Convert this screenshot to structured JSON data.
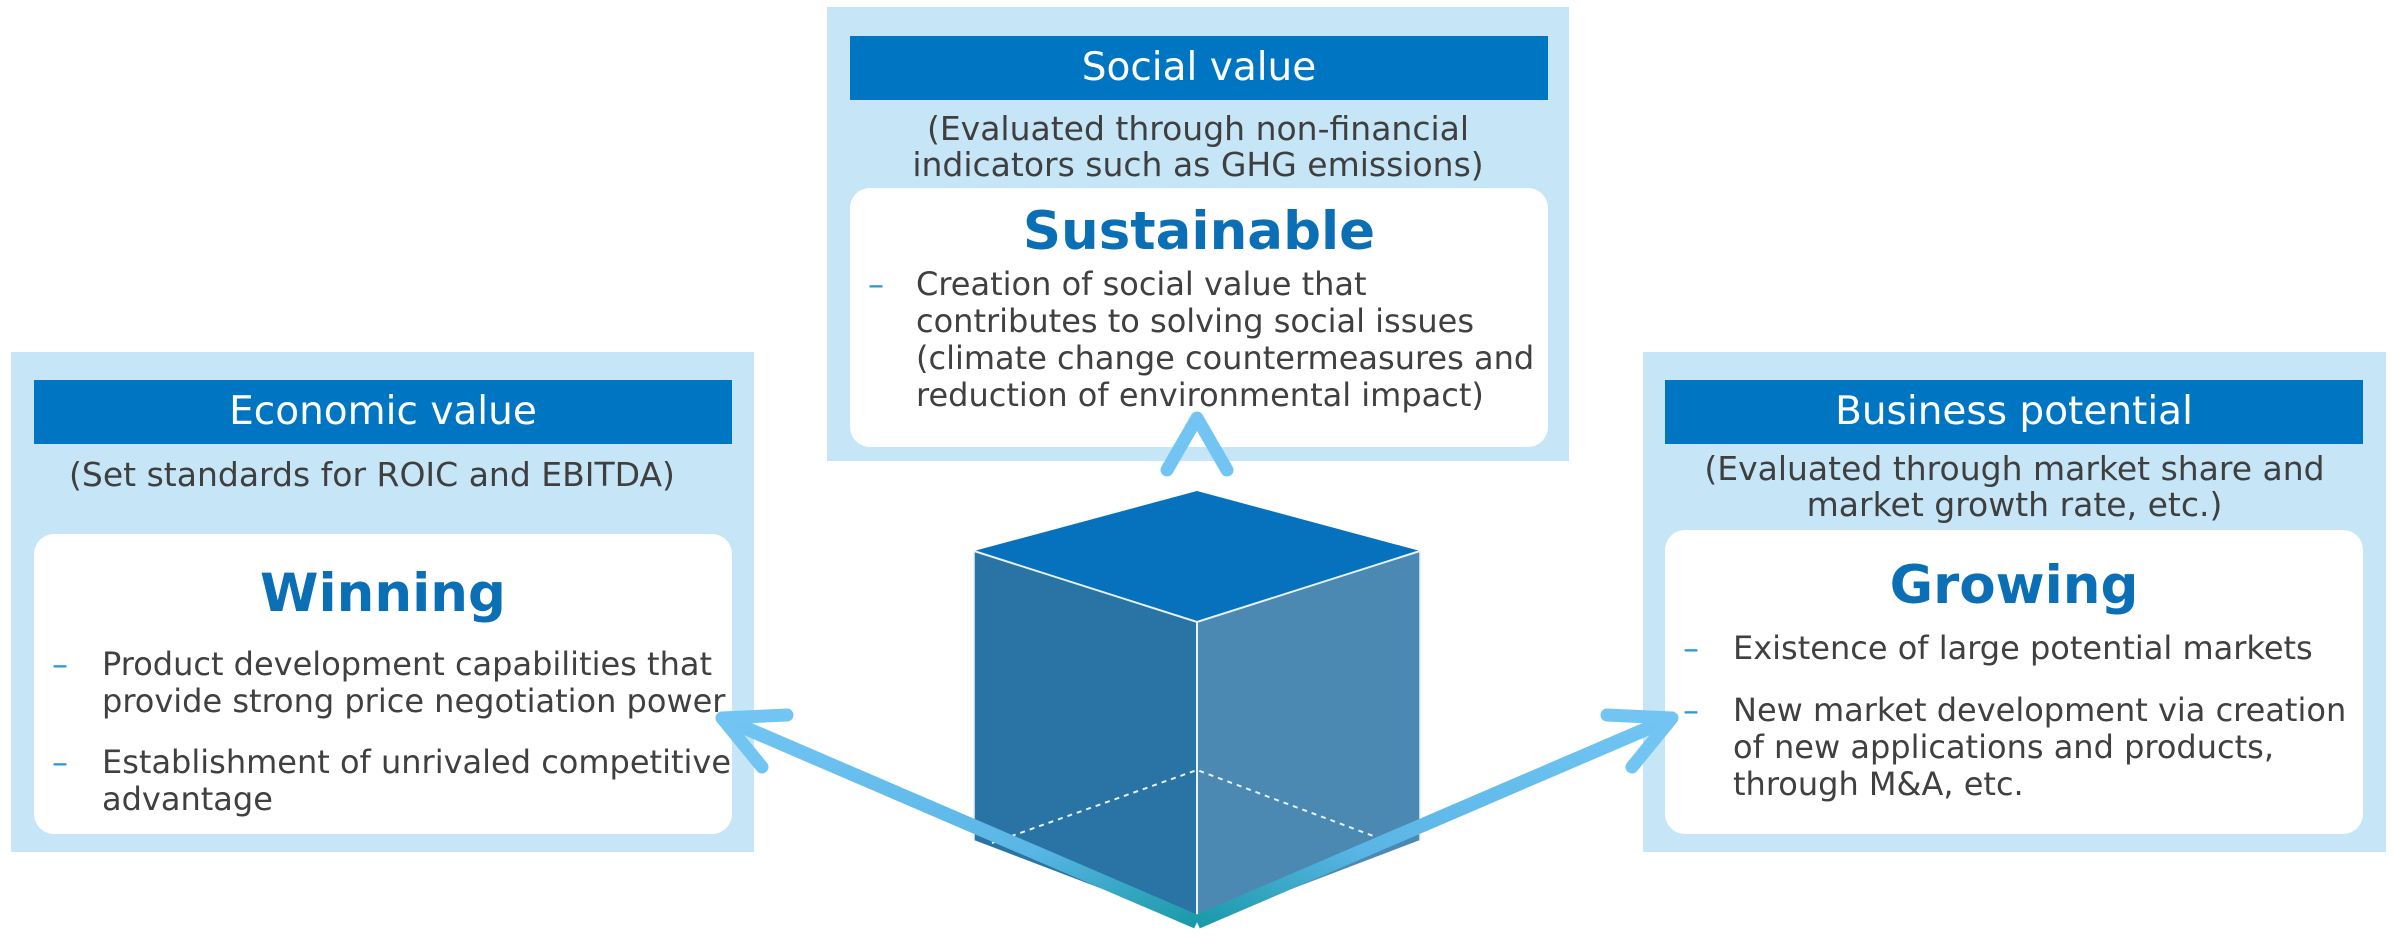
{
  "social": {
    "header": "Social value",
    "subtitle_line1": "(Evaluated through non-financial",
    "subtitle_line2": "indicators such as GHG emissions)",
    "title": "Sustainable",
    "bullet1_line1": "Creation of social value that",
    "bullet1_line2": "contributes to solving social issues",
    "bullet1_line3": "(climate change countermeasures and",
    "bullet1_line4": "reduction of environmental impact)"
  },
  "economic": {
    "header": "Economic value",
    "subtitle": "(Set standards for ROIC and EBITDA)",
    "title": "Winning",
    "bullet1_line1": "Product development capabilities that",
    "bullet1_line2": "provide strong price negotiation power",
    "bullet2_line1": "Establishment of unrivaled competitive",
    "bullet2_line2": "advantage"
  },
  "business": {
    "header": "Business potential",
    "subtitle_line1": "(Evaluated through market share and",
    "subtitle_line2": "market growth rate, etc.)",
    "title": "Growing",
    "bullet1": "Existence of large potential markets",
    "bullet2_line1": "New market development via creation",
    "bullet2_line2": "of new applications and products,",
    "bullet2_line3": "through M&A, etc."
  },
  "bullet_mark": "–",
  "colors": {
    "header_blue": "#0075c2",
    "panel_light": "#c6e6f8",
    "title_blue": "#0b6fb6",
    "arrow_light": "#72c5f3",
    "arrow_teal": "#1a9aa8",
    "cube_top": "#0672bd",
    "cube_left": "#2a73a5",
    "cube_right": "#4b89b3"
  }
}
